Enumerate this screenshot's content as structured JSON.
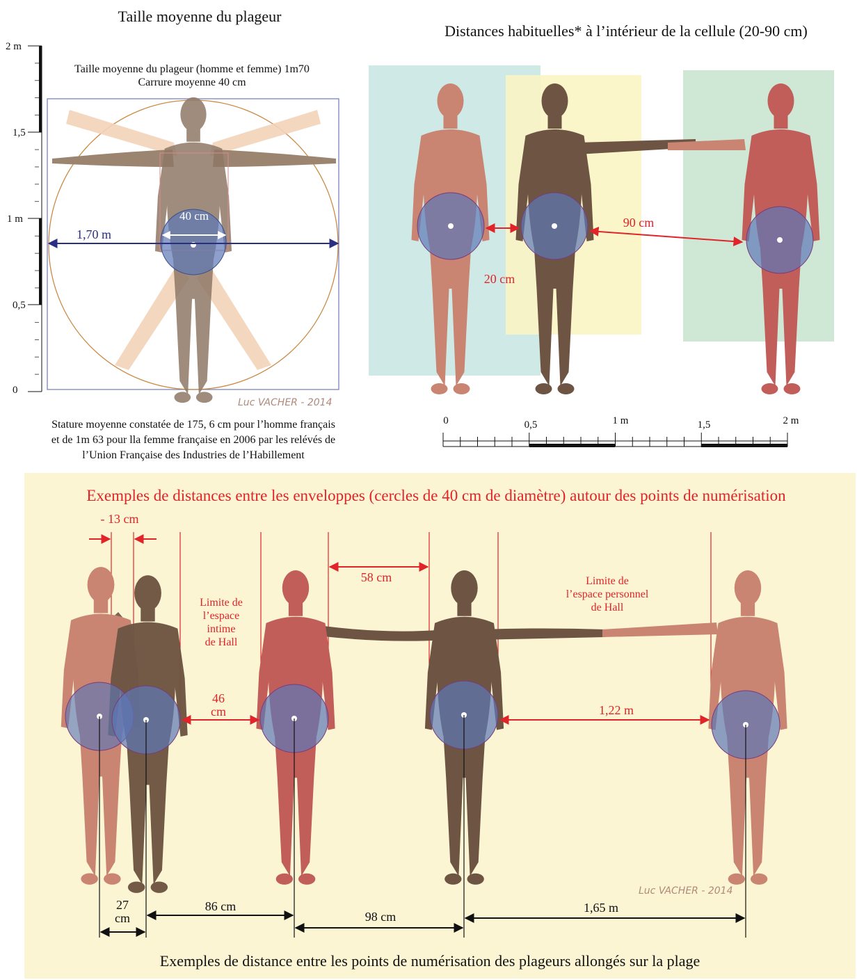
{
  "left_panel": {
    "title": "Taille moyenne du plageur",
    "caption_line1": "Taille moyenne du plageur (homme et femme) 1m70",
    "caption_line2": "Carrure moyenne 40 cm",
    "scale_labels": [
      "2 m",
      "1,5",
      "1 m",
      "0,5",
      "0"
    ],
    "width_label": "1,70 m",
    "shoulder_label": "40 cm",
    "signature": "Luc VACHER - 2014",
    "footnote_lines": [
      "Stature moyenne constatée de 175, 6 cm pour l’homme français",
      "et de 1m 63 pour lla femme française en 2006 par les relévés de",
      "l’Union Française des Industries de l’Habillement"
    ]
  },
  "right_panel": {
    "title": "Distances habituelles* à l’intérieur de la cellule (20-90 cm)",
    "label_20": "20 cm",
    "label_90": "90 cm",
    "scale_labels": [
      "0",
      "0,5",
      "1 m",
      "1,5",
      "2 m"
    ]
  },
  "bottom_panel": {
    "title": "Exemples de distances entre les enveloppes (cercles de 40 cm de diamètre) autour des points de numérisation",
    "overlap_label": "- 13 cm",
    "label_58": "58 cm",
    "intime_lines": [
      "Limite de",
      "l’espace",
      "intime",
      "de Hall"
    ],
    "personnel_lines": [
      "Limite de",
      "l’espace personnel",
      "de Hall"
    ],
    "label_46": [
      "46",
      "cm"
    ],
    "label_122": "1,22 m",
    "label_27": [
      "27",
      "cm"
    ],
    "label_86": "86 cm",
    "label_98": "98 cm",
    "label_165": "1,65 m",
    "signature": "Luc VACHER - 2014",
    "caption": "Exemples de distance entre les points de numérisation des plageurs allongés sur la plage"
  },
  "colors": {
    "red": "#e0242a",
    "navy": "#2b2f84",
    "circle_fill": "#5d78b6",
    "figure_brown": "#6e5543",
    "figure_pink": "#c98472",
    "figure_red": "#c25e5a",
    "panel_bg": "#fbf5d3"
  }
}
